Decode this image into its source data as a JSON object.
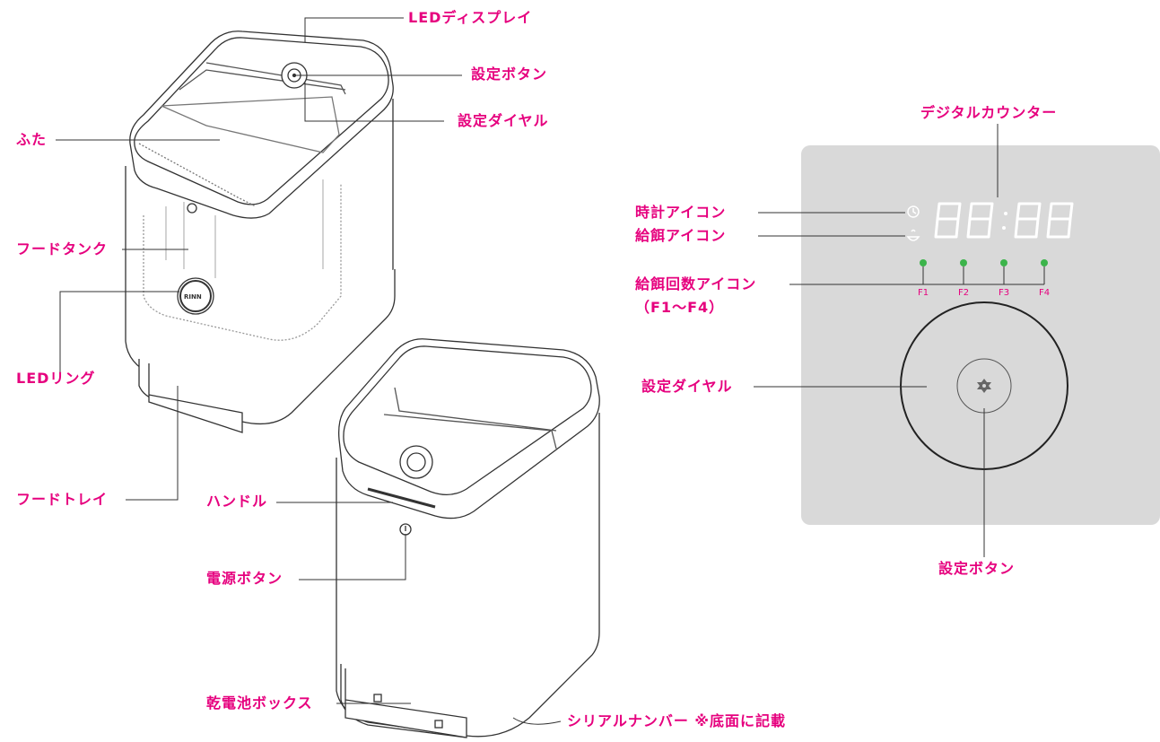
{
  "labels": {
    "led_display": "LEDディスプレイ",
    "setting_button_top": "設定ボタン",
    "setting_dial_top": "設定ダイヤル",
    "lid": "ふた",
    "food_tank": "フードタンク",
    "led_ring": "LEDリング",
    "food_tray": "フードトレイ",
    "handle": "ハンドル",
    "power_button": "電源ボタン",
    "battery_box": "乾電池ボックス",
    "serial_number": "シリアルナンバー ※底面に記載",
    "digital_counter": "デジタルカウンター",
    "clock_icon": "時計アイコン",
    "feed_icon": "給餌アイコン",
    "feed_count_icon": "給餌回数アイコン",
    "feed_count_range": "（F1〜F4）",
    "setting_dial_panel": "設定ダイヤル",
    "setting_button_panel": "設定ボタン"
  },
  "panel": {
    "display_digits": "88:88",
    "feed_slots": [
      "F1",
      "F2",
      "F3",
      "F4"
    ],
    "brand": "RINN"
  },
  "colors": {
    "label": "#e6007e",
    "panel_bg": "#d9d9d9",
    "indicator": "#3cb44b"
  }
}
